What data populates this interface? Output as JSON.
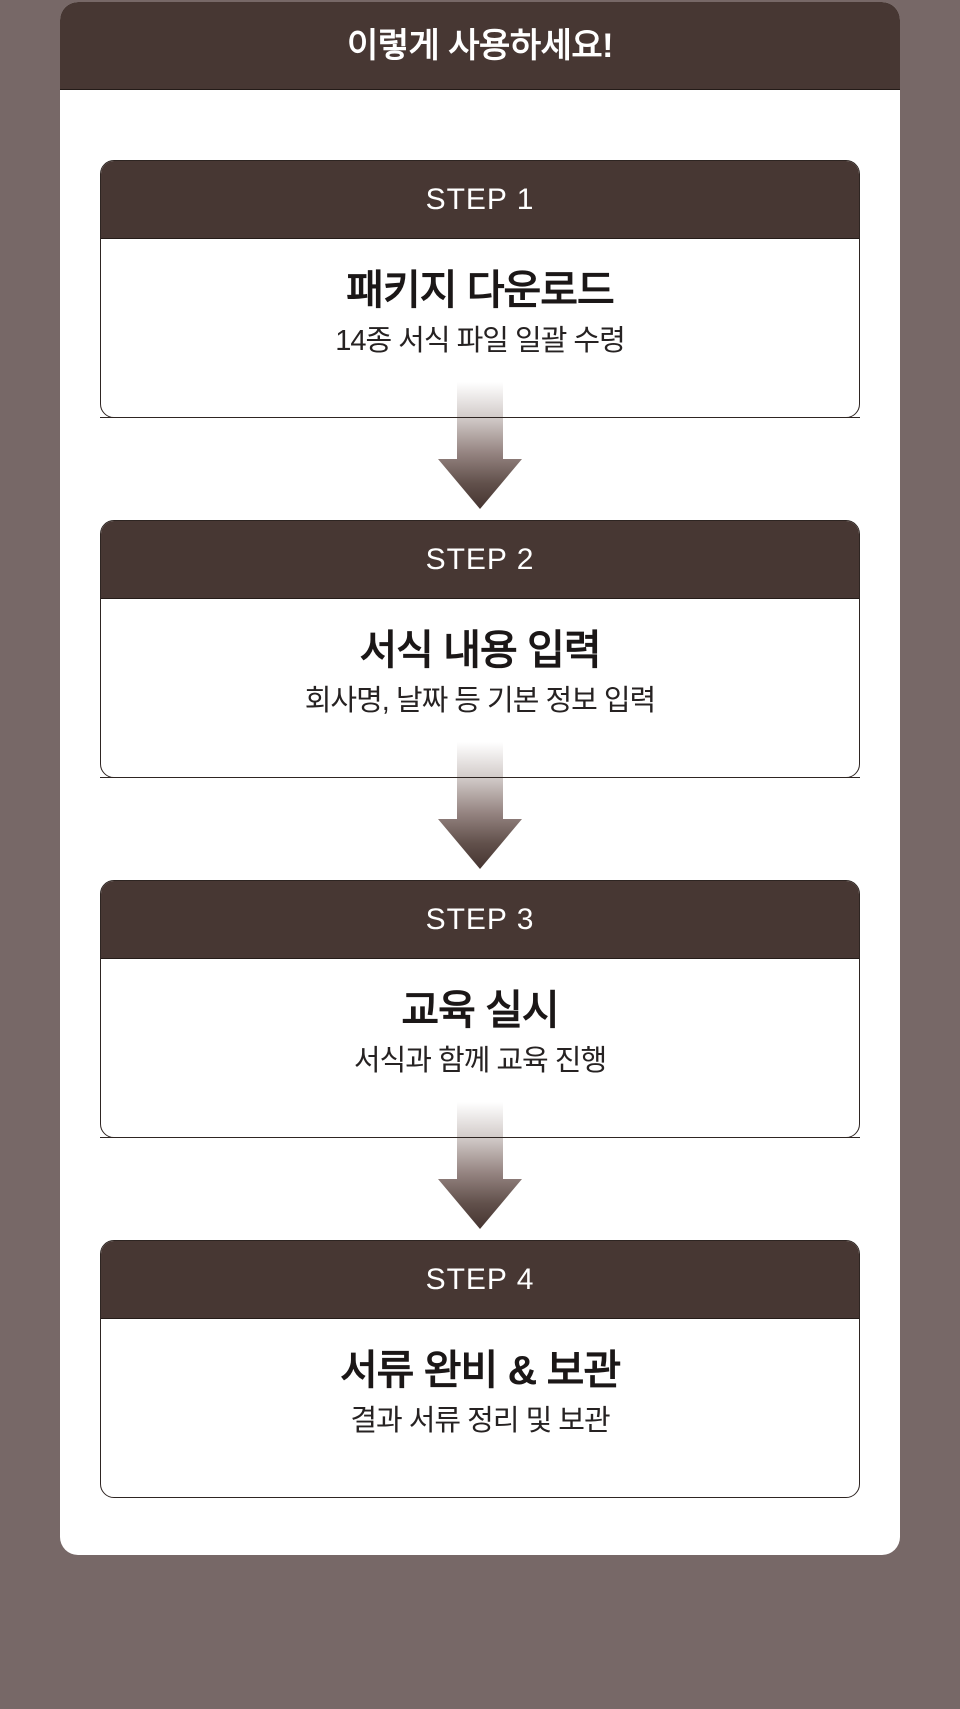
{
  "header": {
    "title": "이렇게 사용하세요!"
  },
  "steps": [
    {
      "label": "STEP 1",
      "title": "패키지 다운로드",
      "subtitle": "14종 서식 파일 일괄 수령"
    },
    {
      "label": "STEP 2",
      "title": "서식 내용 입력",
      "subtitle": "회사명, 날짜 등 기본 정보 입력"
    },
    {
      "label": "STEP 3",
      "title": "교육 실시",
      "subtitle": "서식과 함께 교육 진행"
    },
    {
      "label": "STEP 4",
      "title": "서류 완비 & 보관",
      "subtitle": "결과 서류 정리 및 보관"
    }
  ],
  "icons": {
    "down_arrow": "▼"
  },
  "colors": {
    "page_background": "#776867",
    "panel_background": "#ffffff",
    "dark_brown": "#473733",
    "card_border": "#2e2522",
    "title_text": "#1b1717",
    "subtitle_text": "#262222",
    "header_text": "#ffffff",
    "arrow_gradient_top": "#ffffff",
    "arrow_gradient_bottom": "#453430"
  }
}
